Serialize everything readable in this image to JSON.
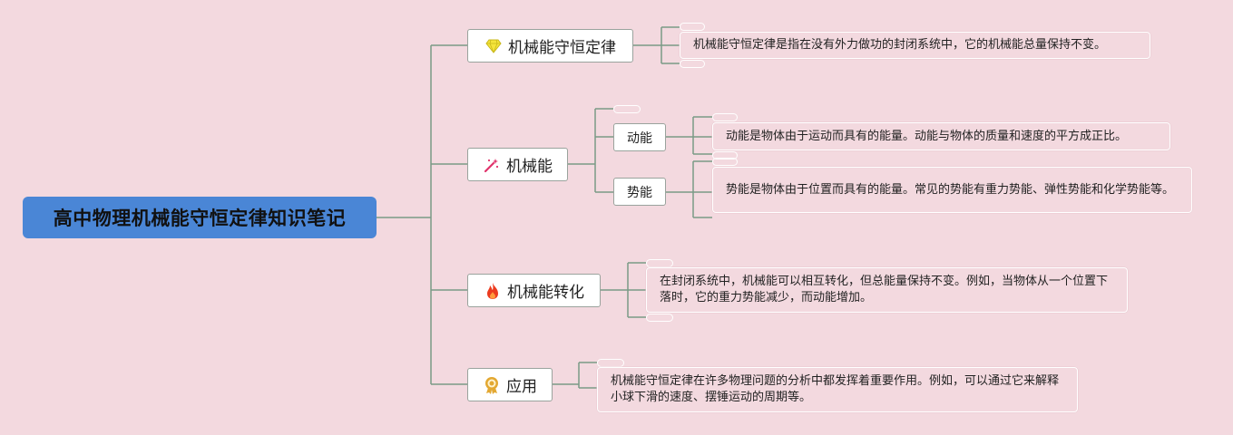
{
  "root": {
    "title": "高中物理机械能守恒定律知识笔记"
  },
  "branches": [
    {
      "label": "机械能守恒定律",
      "icon": "gem-icon",
      "note": "机械能守恒定律是指在没有外力做功的封闭系统中，它的机械能总量保持不变。"
    },
    {
      "label": "机械能",
      "icon": "magic-wand-icon",
      "children": [
        {
          "label": "动能",
          "note": "动能是物体由于运动而具有的能量。动能与物体的质量和速度的平方成正比。"
        },
        {
          "label": "势能",
          "note": "势能是物体由于位置而具有的能量。常见的势能有重力势能、弹性势能和化学势能等。"
        }
      ]
    },
    {
      "label": "机械能转化",
      "icon": "flame-icon",
      "note": "在封闭系统中，机械能可以相互转化，但总能量保持不变。例如，当物体从一个位置下落时，它的重力势能减少，而动能增加。"
    },
    {
      "label": "应用",
      "icon": "award-medal-icon",
      "note": "机械能守恒定律在许多物理问题的分析中都发挥着重要作用。例如，可以通过它来解释小球下滑的速度、摆锤运动的周期等。"
    }
  ],
  "colors": {
    "background": "#f3d9df",
    "root_fill": "#4a86d6",
    "connector": "#7a9a86",
    "gem": "#f5e43a",
    "wand": "#e0336b",
    "flame": "#ec3b1f",
    "medal": "#e3a832"
  }
}
